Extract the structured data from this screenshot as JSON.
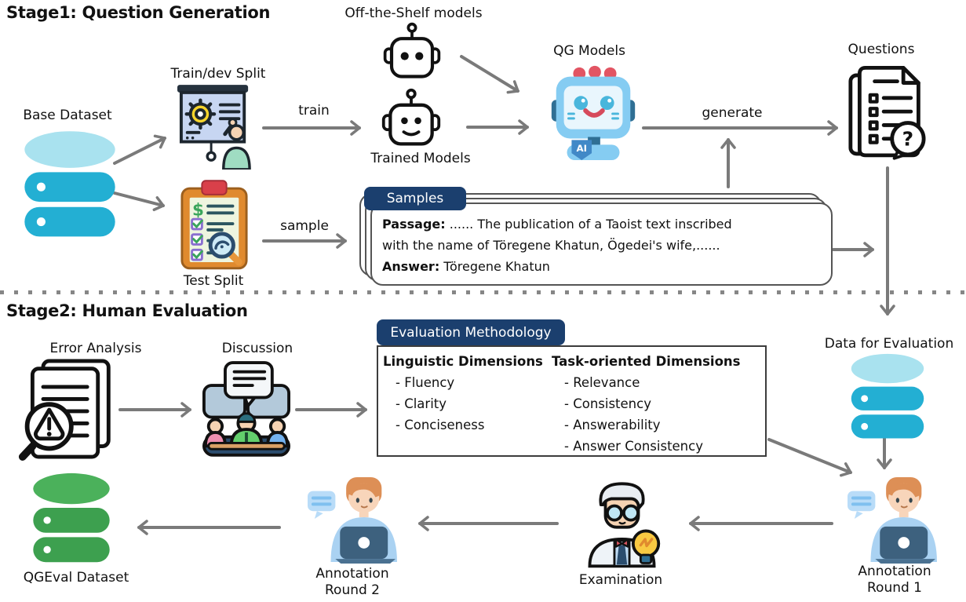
{
  "stage1": {
    "title": "Stage1: Question Generation",
    "nodes": {
      "base_dataset": "Base Dataset",
      "train_dev_split": "Train/dev Split",
      "test_split": "Test Split",
      "off_the_shelf": "Off-the-Shelf models",
      "trained_models": "Trained Models",
      "qg_models": "QG Models",
      "qg_robot_badge": "AI",
      "questions": "Questions"
    },
    "edges": {
      "train": "train",
      "sample": "sample",
      "generate": "generate"
    },
    "samples_card": {
      "title": "Samples",
      "passage_label": "Passage:",
      "passage_line1": " ...... The publication of a Taoist text inscribed",
      "passage_line2": "with the name of Töregene Khatun, Ögedei's wife,......",
      "answer_label": "Answer:",
      "answer_text": " Töregene Khatun"
    }
  },
  "stage2": {
    "title": "Stage2: Human Evaluation",
    "nodes": {
      "error_analysis": "Error Analysis",
      "discussion": "Discussion",
      "data_for_evaluation": "Data for Evaluation",
      "annotation_round1": [
        "Annotation",
        "Round 1"
      ],
      "examination": "Examination",
      "annotation_round2": [
        "Annotation",
        "Round 2"
      ],
      "qgeval_dataset": "QGEval Dataset"
    },
    "methodology": {
      "title": "Evaluation Methodology",
      "linguistic": {
        "header": "Linguistic Dimensions",
        "items": [
          "- Fluency",
          "- Clarity",
          "- Conciseness"
        ]
      },
      "task_oriented": {
        "header": "Task-oriented Dimensions",
        "items": [
          "- Relevance",
          "- Consistency",
          "- Answerability",
          "- Answer Consistency"
        ]
      }
    }
  },
  "icons": {
    "base_dataset": "database-icon",
    "train_dev_split": "presentation-training-icon",
    "test_split": "checklist-clipboard-icon",
    "off_the_shelf": "robot-outline-icon",
    "trained_models": "robot-smile-outline-icon",
    "qg_models": "ai-robot-icon",
    "questions": "question-list-document-icon",
    "error_analysis": "document-warning-magnifier-icon",
    "discussion": "people-meeting-icon",
    "data_for_evaluation": "database-icon",
    "annotation": "annotator-laptop-icon",
    "examination": "scientist-lightbulb-icon",
    "qgeval_dataset": "database-icon"
  },
  "colors": {
    "tab_navy": "#1b3f6e",
    "arrow_gray": "#7a7a7a",
    "database_cyan_top": "#a9e2ef",
    "database_cyan_body": "#23afd3",
    "database_green_top": "#4bb15b",
    "database_green_body": "#3da04f",
    "qg_robot_blue": "#85ccf2",
    "text_black": "#111111"
  }
}
